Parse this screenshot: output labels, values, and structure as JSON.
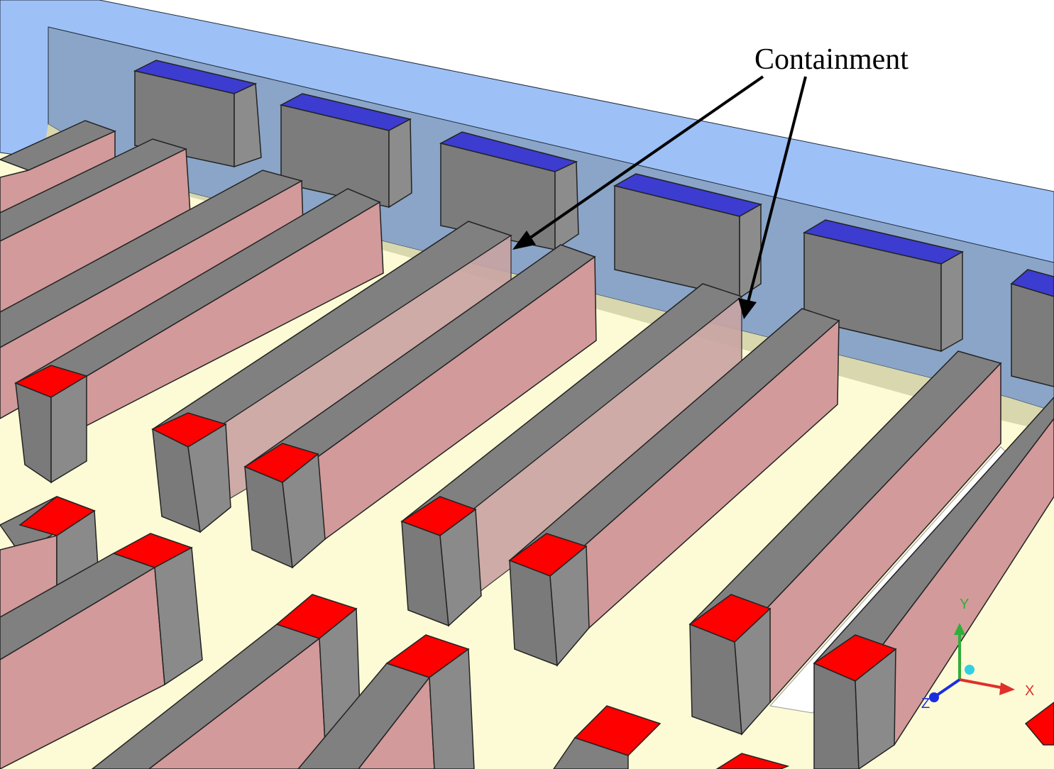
{
  "annotation": {
    "label": "Containment"
  },
  "axes_triad": {
    "x_label": "X",
    "y_label": "Y",
    "z_label": "Z",
    "x_color": "#e0302a",
    "y_color": "#2fae3a",
    "z_color": "#1a2ee0"
  },
  "colors": {
    "wall": "#9dc0f7",
    "wall_shade": "#8aa5c7",
    "floor": "#fdfbd5",
    "floor_shade": "#d8d7ae",
    "rack_top": "#808080",
    "rack_side": "#d29a9a",
    "rack_end": "#7a7a7a",
    "rack_end_cap": "#ff0000",
    "crah_top": "#3c3cd0",
    "crah_body": "#7c7c7c",
    "tile": "#ffffff",
    "outline": "#222222"
  }
}
